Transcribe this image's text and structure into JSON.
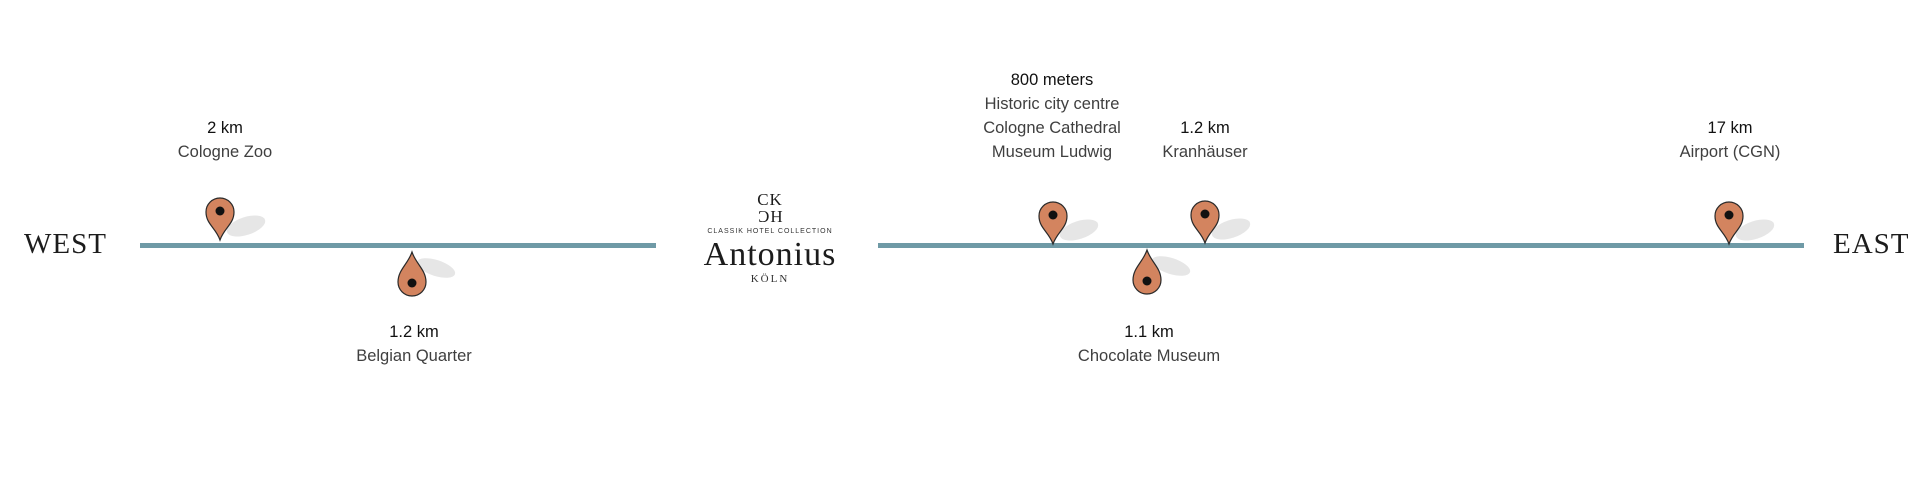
{
  "directions": {
    "west": "WEST",
    "east": "EAST"
  },
  "colors": {
    "road": "#6f9aa6",
    "pin": "#d3845f",
    "pin_stroke": "#2a2a2a",
    "pin_dot": "#111111",
    "shadow": "#e6e6e6"
  },
  "logo": {
    "monogram_top": "CK",
    "monogram_bottom": "HC",
    "collection": "CLASSIK HOTEL COLLECTION",
    "name": "Antonius",
    "city": "KÖLN"
  },
  "destinations": [
    {
      "distance": "2 km",
      "lines": [
        "Cologne Zoo"
      ]
    },
    {
      "distance": "1.2 km",
      "lines": [
        "Belgian Quarter"
      ]
    },
    {
      "distance": "800 meters",
      "lines": [
        "Historic city centre",
        "Cologne Cathedral",
        "Museum Ludwig"
      ]
    },
    {
      "distance": "1.2 km",
      "lines": [
        "Kranhäuser"
      ]
    },
    {
      "distance": "1.1 km",
      "lines": [
        "Chocolate Museum"
      ]
    },
    {
      "distance": "17 km",
      "lines": [
        "Airport (CGN)"
      ]
    }
  ]
}
